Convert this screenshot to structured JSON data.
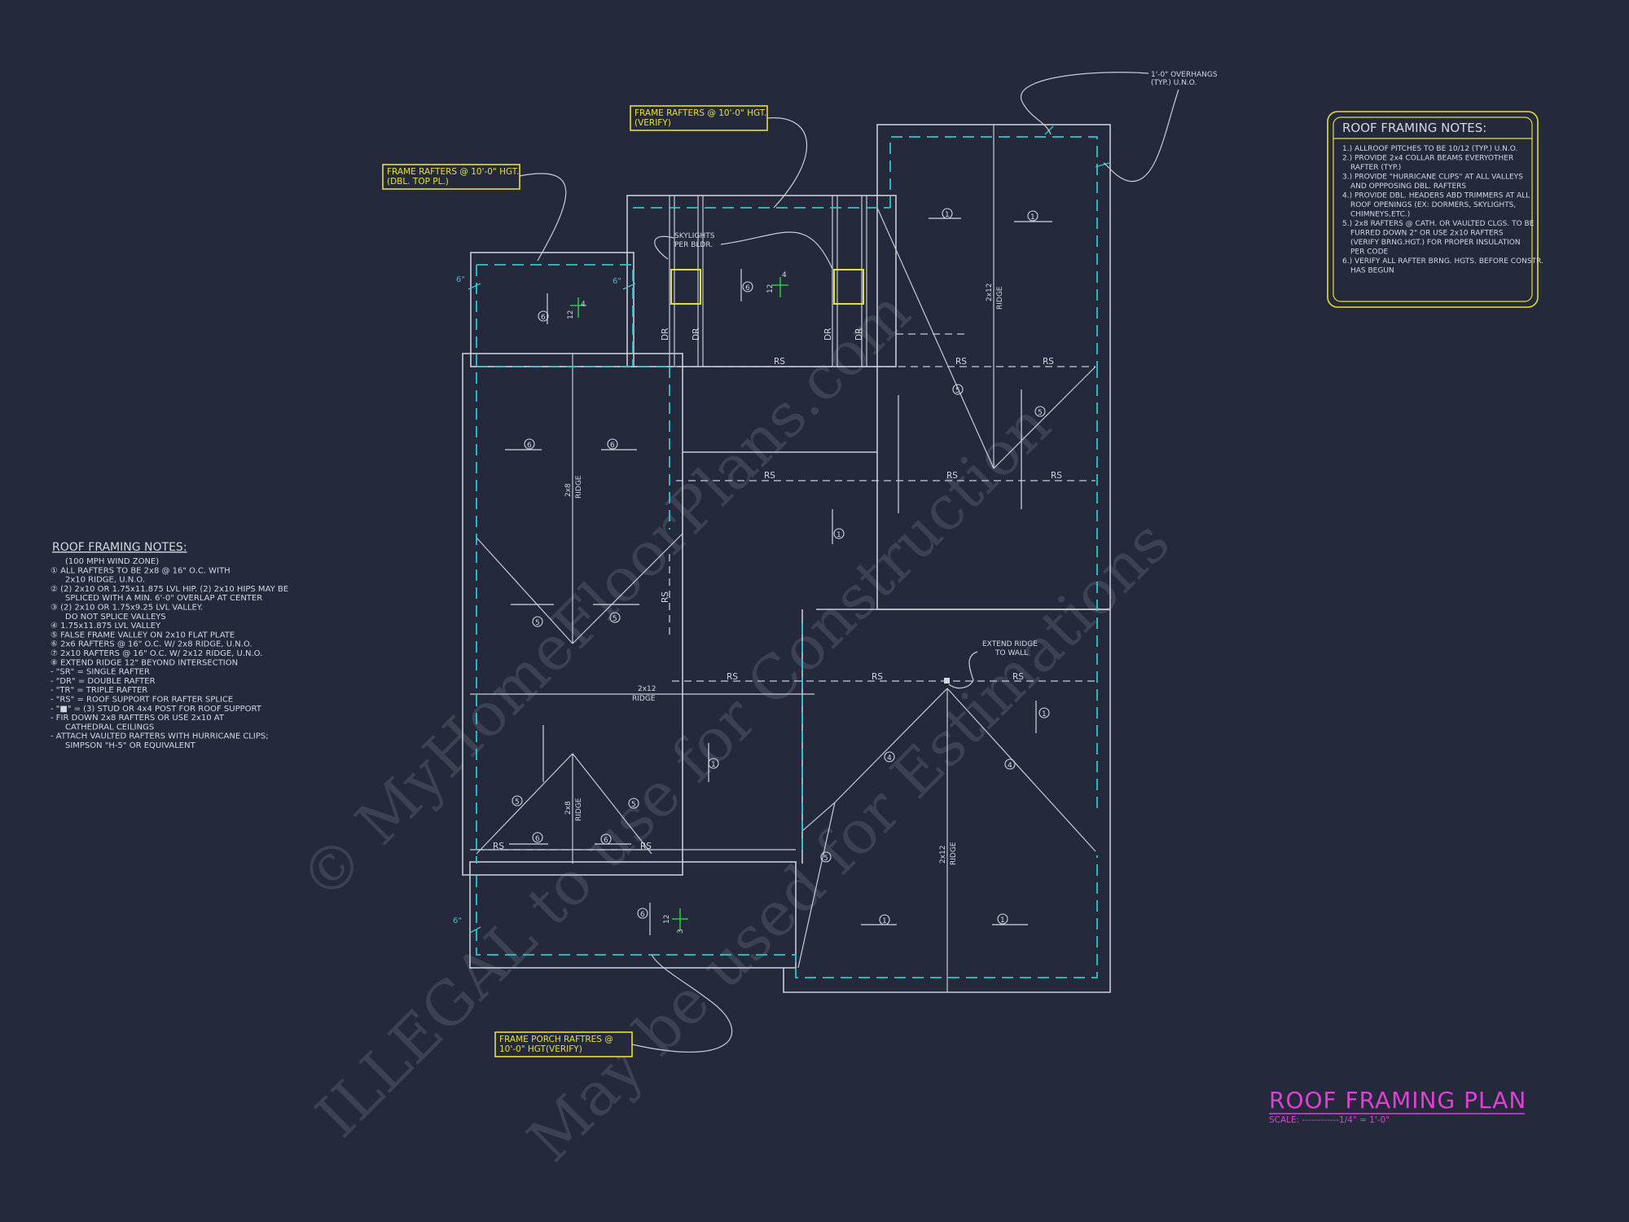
{
  "title": "ROOF FRAMING PLAN",
  "scale": "SCALE: ------------1/4\" = 1'-0\"",
  "watermark": {
    "line1": "© MyHomeFloorPlans.com",
    "line2": "ILLEGAL to use for Construction",
    "line3": "May be used for Estimations"
  },
  "callouts": {
    "rafters_top_pl": [
      "FRAME RAFTERS @ 10'-0\" HGT.",
      "(DBL. TOP PL.)"
    ],
    "rafters_verify": [
      "FRAME RAFTERS @ 10'-0\" HGT.",
      "(VERIFY)"
    ],
    "porch_rafters": [
      "FRAME PORCH RAFTRES @",
      "10'-0\" HGT(VERIFY)"
    ],
    "overhangs": [
      "1'-0\" OVERHANGS",
      "(TYP.) U.N.O."
    ],
    "skylights": [
      "SKYLIGHTS",
      "PER BLDR."
    ],
    "extend_ridge": [
      "EXTEND RIDGE",
      "TO WALL"
    ]
  },
  "plan_labels": {
    "rs": "RS",
    "dr": "DR",
    "ridge": "RIDGE",
    "r2x8": "2x8",
    "r2x12": "2x12",
    "overhang_6": "6\"",
    "pitch_12": "12",
    "pitch_4": "4",
    "pitch_3": "3"
  },
  "notes_right": {
    "heading": "ROOF FRAMING NOTES:",
    "items": [
      "1.) ALLROOF PITCHES TO BE 10/12 (TYP.) U.N.O.",
      "2.) PROVIDE 2x4 COLLAR BEAMS EVERYOTHER",
      "RAFTER (TYP.)",
      "3.) PROVIDE \"HURRICANE CLIPS\" AT ALL VALLEYS",
      "AND OPPPOSING DBL. RAFTERS",
      "4.) PROVIDE DBL. HEADERS ABD TRIMMERS AT ALL",
      "ROOF OPENINGS (EX: DORMERS, SKYLIGHTS,",
      "CHIMNEYS,ETC.)",
      "5.) 2x8 RAFTERS @ CATH. OR VAULTED CLGS. TO BE",
      "FURRED DOWN 2\" OR USE 2x10 RAFTERS",
      "(VERIFY BRNG.HGT.) FOR PROPER INSULATION",
      "PER CODE",
      "6.) VERIFY ALL RAFTER BRNG. HGTS. BEFORE CONSTR.",
      "HAS BEGUN"
    ]
  },
  "notes_left": {
    "heading": "ROOF FRAMING NOTES:",
    "items": [
      "(100 MPH WIND ZONE)",
      "① ALL RAFTERS TO BE 2x8 @ 16\" O.C. WITH",
      "2x10 RIDGE, U.N.O.",
      "② (2) 2x10 OR 1.75x11.875 LVL HIP. (2) 2x10 HIPS MAY BE",
      "SPLICED WITH A MIN. 6'-0\" OVERLAP AT CENTER",
      "③ (2) 2x10 OR 1.75x9.25 LVL VALLEY.",
      "DO NOT SPLICE VALLEYS",
      "④ 1.75x11.875 LVL VALLEY",
      "⑤ FALSE FRAME VALLEY ON 2x10 FLAT PLATE",
      "⑥ 2x6 RAFTERS @ 16\" O.C. W/ 2x8 RIDGE, U.N.O.",
      "⑦ 2x10 RAFTERS @ 16\" O.C. W/ 2x12 RIDGE, U.N.O.",
      "⑧ EXTEND RIDGE 12\" BEYOND INTERSECTION",
      "- \"SR\" = SINGLE RAFTER",
      "- \"DR\" = DOUBLE RAFTER",
      "- \"TR\" = TRIPLE RAFTER",
      "- \"RS\" = ROOF SUPPORT FOR RAFTER SPLICE",
      "- \"■\" = (3) STUD OR 4x4 POST FOR ROOF SUPPORT",
      "- FIR DOWN 2x8 RAFTERS OR USE 2x10 AT",
      "CATHEDRAL CEILINGS",
      "- ATTACH VAULTED RAFTERS WITH HURRICANE CLIPS;",
      "SIMPSON \"H-5\" OR EQUIVALENT"
    ]
  },
  "markers": {
    "m1": "1",
    "m4": "4",
    "m5": "5",
    "m6": "6"
  },
  "colors": {
    "background": "#242a3c",
    "linework": "#c9ccd6",
    "overhang": "#2fc6cc",
    "callout": "#e6e030",
    "title": "#e23fd6",
    "pitch_mark": "#2ec74a"
  }
}
